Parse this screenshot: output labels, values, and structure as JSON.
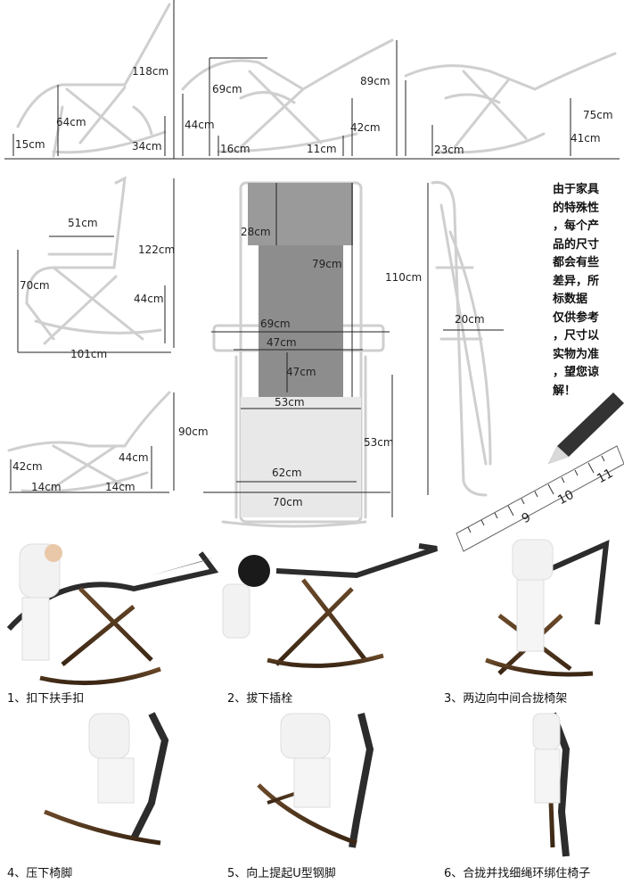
{
  "dimensions": {
    "top_a": [
      "118cm",
      "64cm",
      "15cm",
      "34cm"
    ],
    "top_b": [
      "69cm",
      "44cm",
      "16cm",
      "11cm",
      "42cm"
    ],
    "top_c": [
      "89cm",
      "75cm",
      "41cm",
      "23cm"
    ],
    "mid_left": [
      "51cm",
      "122cm",
      "70cm",
      "44cm",
      "101cm"
    ],
    "front": [
      "28cm",
      "79cm",
      "69cm",
      "47cm",
      "47cm",
      "53cm",
      "62cm",
      "70cm",
      "53cm"
    ],
    "folded": [
      "110cm",
      "20cm"
    ],
    "low_left": [
      "90cm",
      "42cm",
      "44cm",
      "14cm",
      "14cm"
    ]
  },
  "note_lines": [
    "由于家具",
    "的特殊性",
    "，每个产",
    "品的尺寸",
    "都会有些",
    "差异，所",
    "标数据",
    "仅供参考",
    "，尺寸以",
    "实物为准",
    "，望您谅",
    "解！"
  ],
  "ruler_numbers": [
    "9",
    "10",
    "11"
  ],
  "steps": [
    "1、扣下扶手扣",
    "2、拔下插栓",
    "3、两边向中间合拢椅架",
    "4、压下椅脚",
    "5、向上提起U型钢脚",
    "6、合拢并找细绳环绑住椅子"
  ]
}
